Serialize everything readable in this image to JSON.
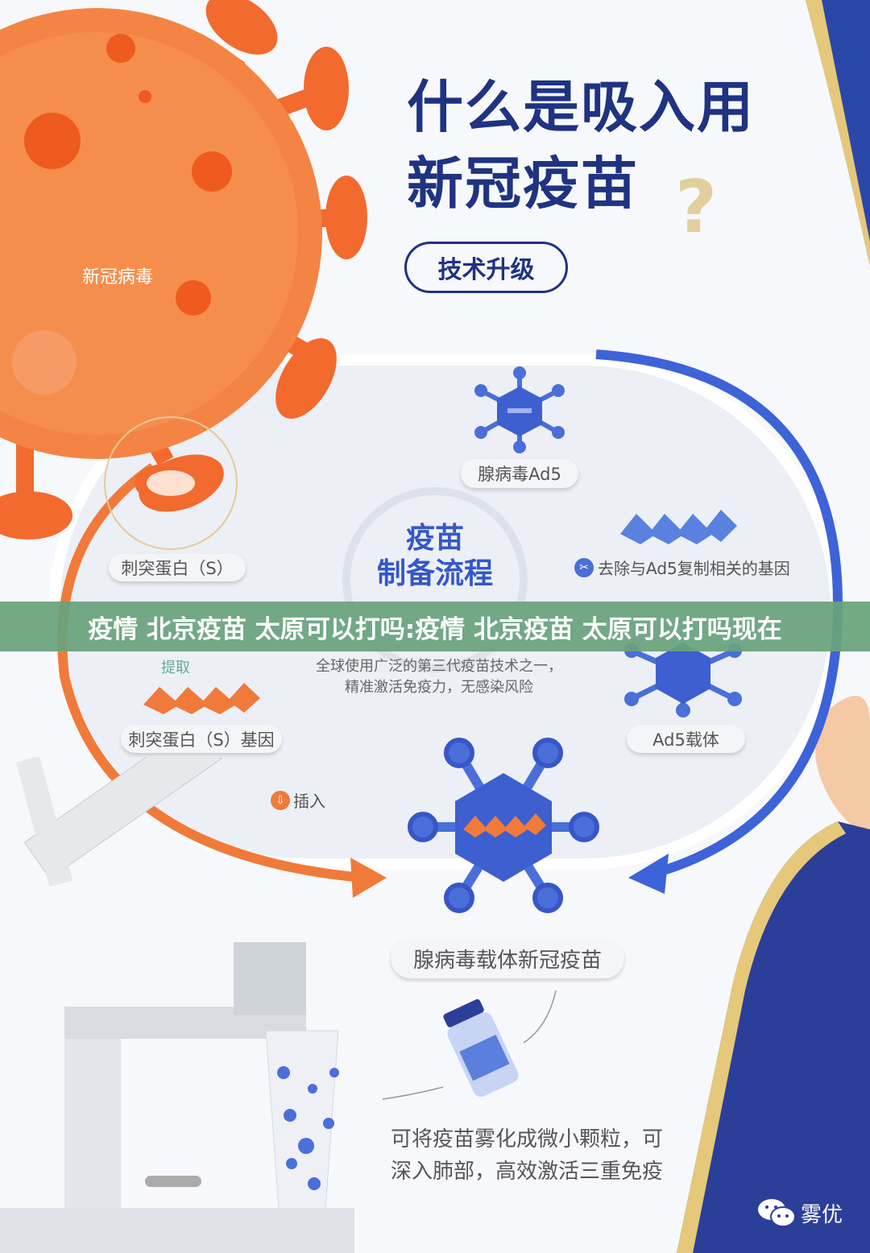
{
  "title": {
    "line1": "什么是吸入用",
    "line2": "新冠疫苗",
    "question_mark": "?"
  },
  "badge": "技术升级",
  "virus_label": "新冠病毒",
  "center": {
    "title1": "疫苗",
    "title2": "制备流程",
    "desc1": "全球使用广泛的第三代疫苗技术之一，",
    "desc2": "精准激活免疫力，无感染风险"
  },
  "steps": {
    "adenovirus": "腺病毒Ad5",
    "remove_genes": "去除与Ad5复制相关的基因",
    "spike_protein": "刺突蛋白（S）",
    "extract": "提取",
    "spike_gene": "刺突蛋白（S）基因",
    "ad5_vector": "Ad5载体",
    "insert": "插入",
    "final_vaccine": "腺病毒载体新冠疫苗"
  },
  "bottom_text": {
    "line1": "可将疫苗雾化成微小颗粒，可",
    "line2": "深入肺部，高效激活三重免疫"
  },
  "banner": "疫情 北京疫苗 太原可以打吗:疫情 北京疫苗 太原可以打吗现在",
  "watermark": "雾优",
  "colors": {
    "navy": "#1f3382",
    "blue": "#4a6fd8",
    "orange": "#f26a2e",
    "banner": "#68a37c"
  }
}
